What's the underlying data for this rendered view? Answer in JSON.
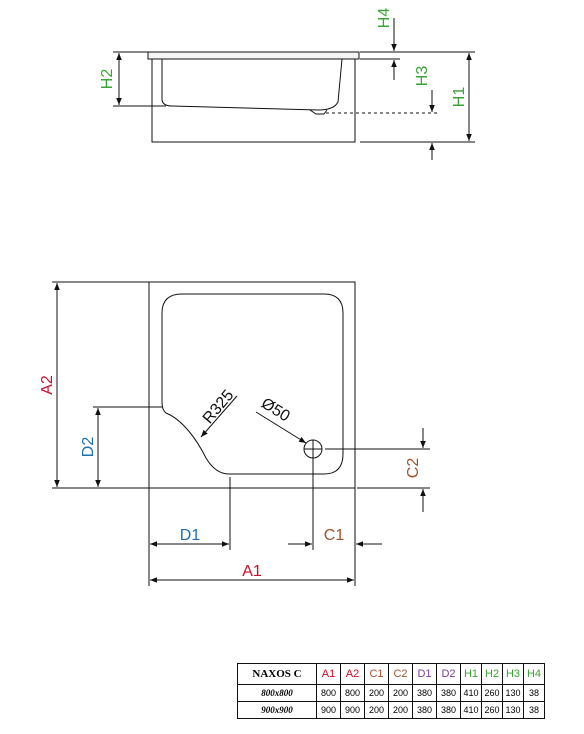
{
  "labels": {
    "a1": "A1",
    "a2": "A2",
    "c1": "C1",
    "c2": "C2",
    "d1": "D1",
    "d2": "D2",
    "h1": "H1",
    "h2": "H2",
    "h3": "H3",
    "h4": "H4",
    "radius": "R325",
    "drain": "Ø50"
  },
  "colors": {
    "A": "#c8102e",
    "C": "#a0522d",
    "D_plan": "#1f6fb2",
    "D_table": "#7b3fa0",
    "H": "#3aa335"
  },
  "table": {
    "model": "NAXOS C",
    "headers": [
      "A1",
      "A2",
      "C1",
      "C2",
      "D1",
      "D2",
      "H1",
      "H2",
      "H3",
      "H4"
    ],
    "rows": [
      {
        "size": "800x800",
        "values": [
          "800",
          "800",
          "200",
          "200",
          "380",
          "380",
          "410",
          "260",
          "130",
          "38"
        ]
      },
      {
        "size": "900x900",
        "values": [
          "900",
          "900",
          "200",
          "200",
          "380",
          "380",
          "410",
          "260",
          "130",
          "38"
        ]
      }
    ]
  }
}
